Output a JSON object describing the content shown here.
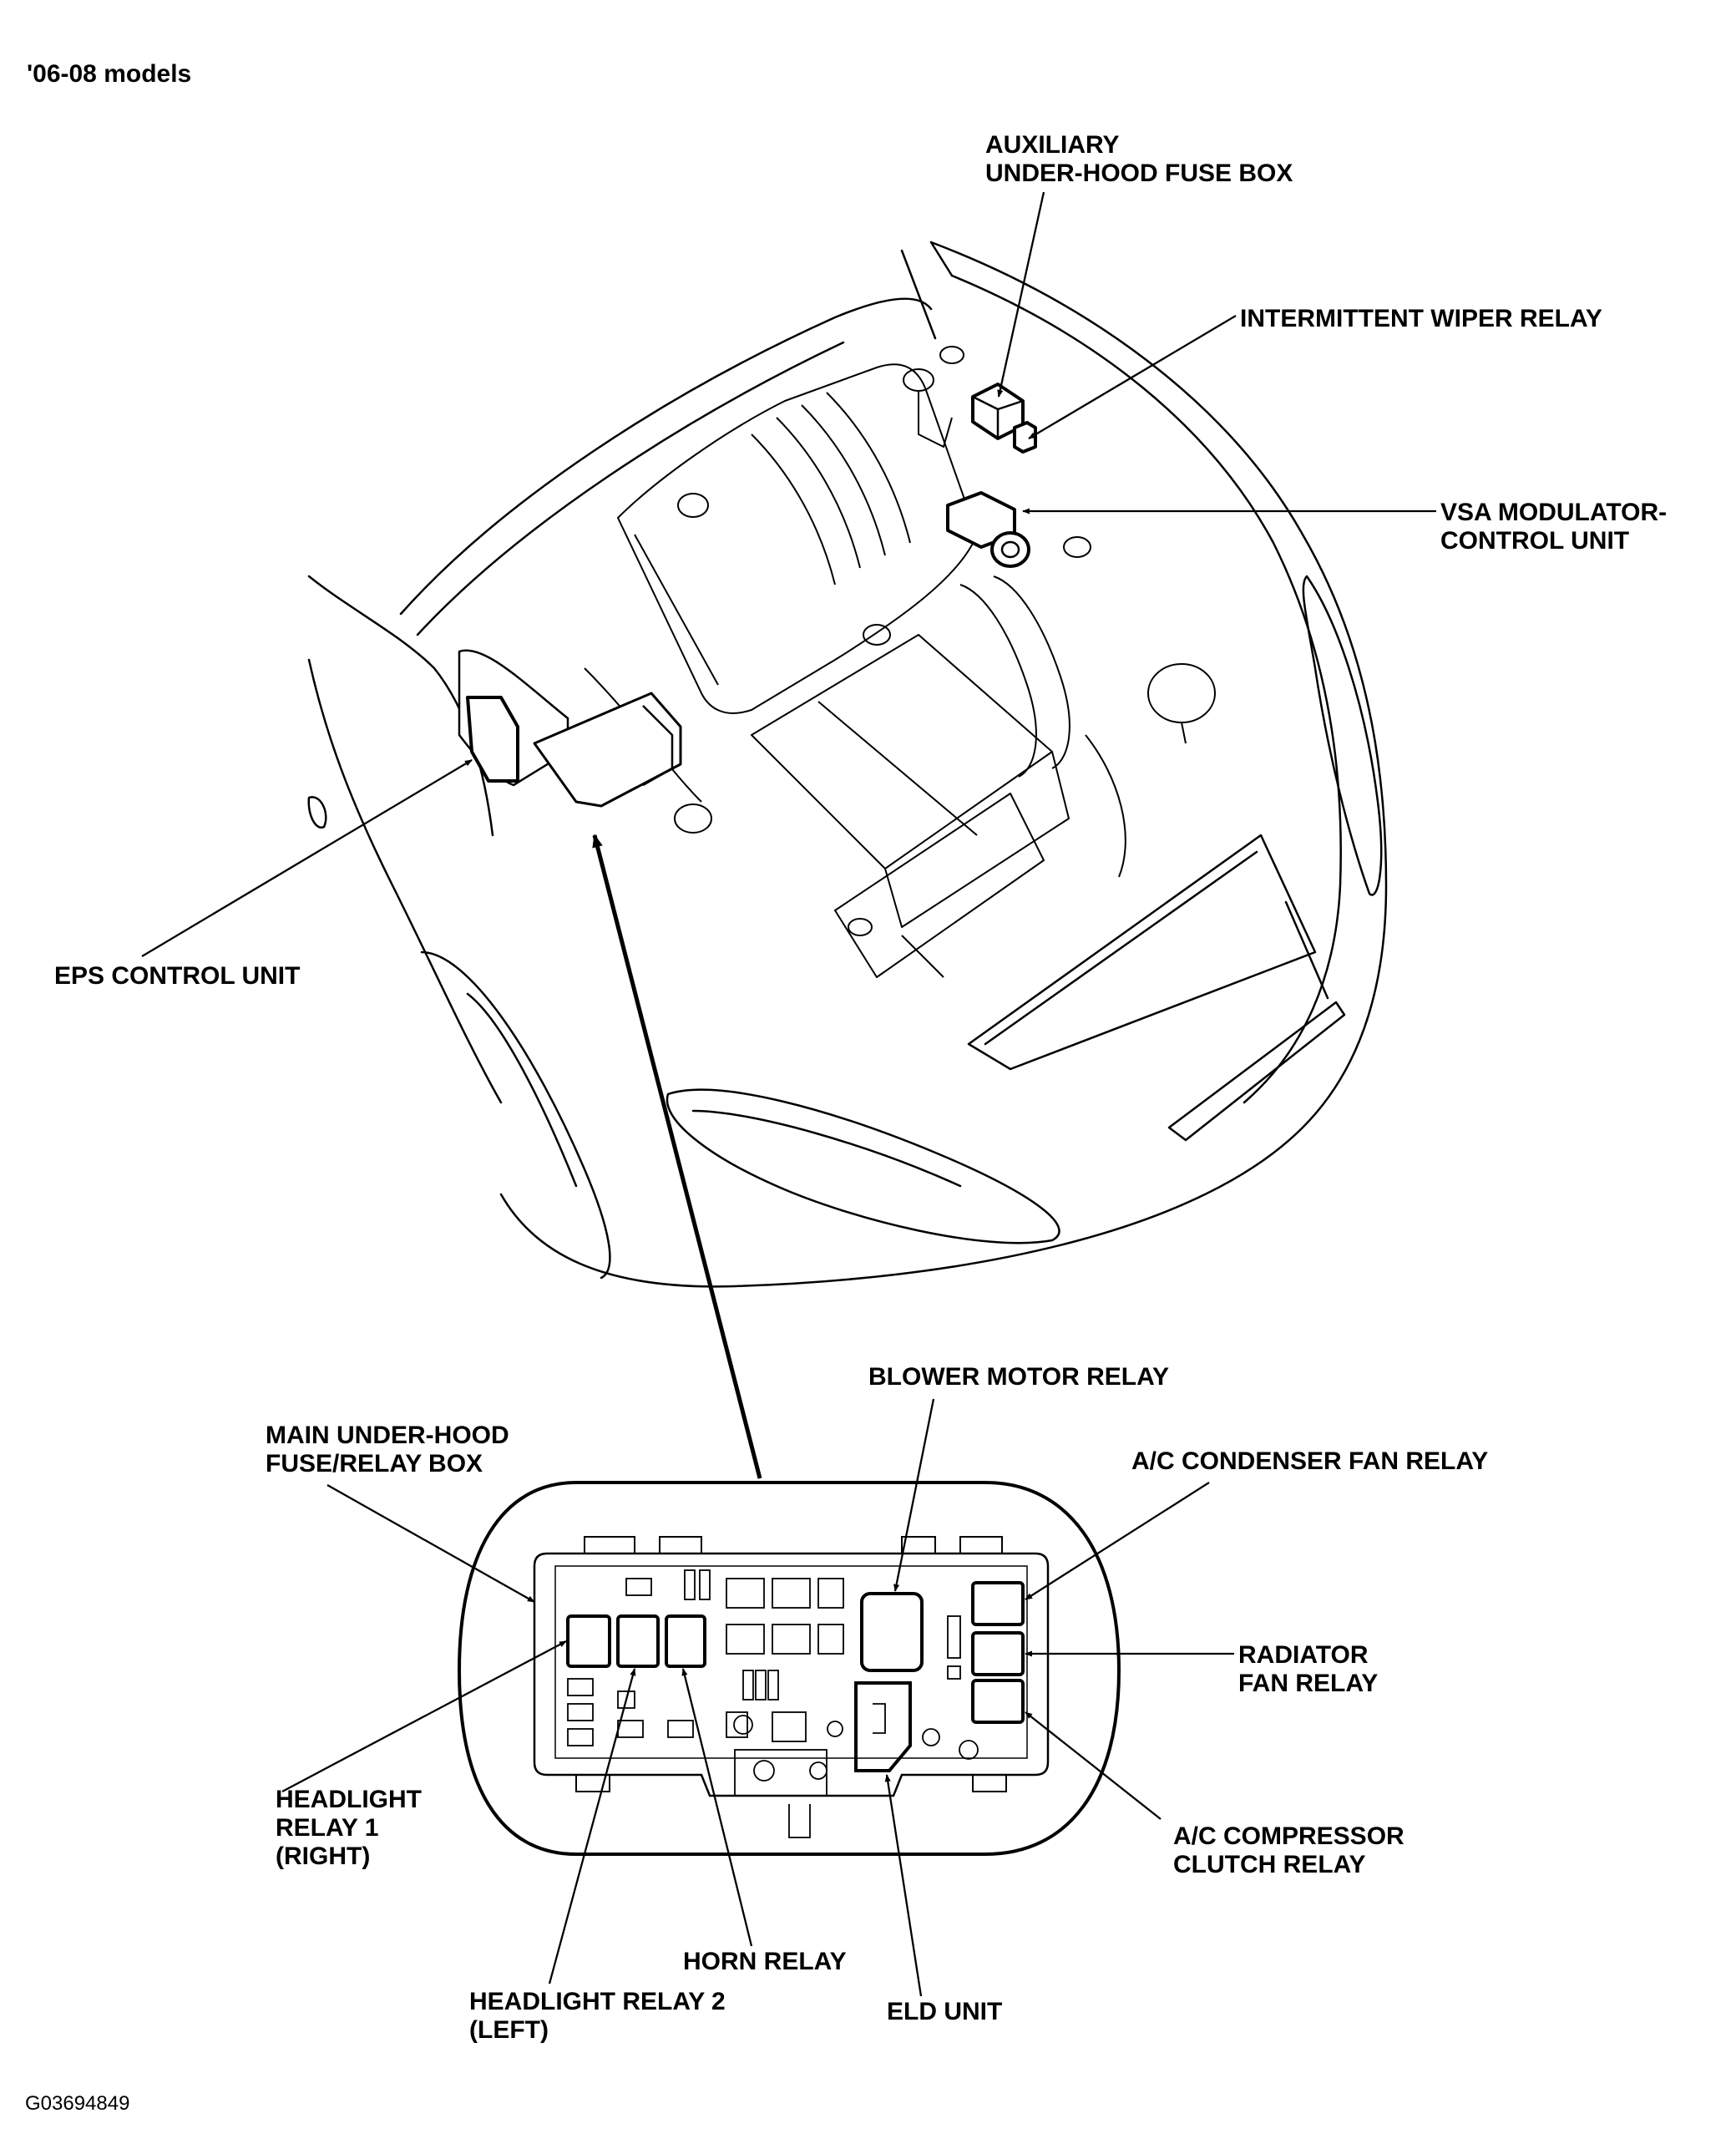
{
  "header": {
    "model_years": "'06-08 models"
  },
  "labels": {
    "aux_fuse_box": [
      "AUXILIARY",
      "UNDER-HOOD FUSE BOX"
    ],
    "intermittent_wiper_relay": "INTERMITTENT WIPER RELAY",
    "vsa_modulator": [
      "VSA MODULATOR-",
      "CONTROL UNIT"
    ],
    "eps_control_unit": "EPS CONTROL UNIT",
    "blower_motor_relay": "BLOWER MOTOR RELAY",
    "main_fuse_box": [
      "MAIN UNDER-HOOD",
      "FUSE/RELAY BOX"
    ],
    "ac_condenser_fan_relay": "A/C CONDENSER FAN RELAY",
    "radiator_fan_relay": [
      "RADIATOR",
      "FAN RELAY"
    ],
    "ac_compressor_clutch_relay": [
      "A/C COMPRESSOR",
      "CLUTCH RELAY"
    ],
    "headlight_relay_1": [
      "HEADLIGHT",
      "RELAY 1",
      "(RIGHT)"
    ],
    "horn_relay": "HORN RELAY",
    "eld_unit": "ELD UNIT",
    "headlight_relay_2": [
      "HEADLIGHT RELAY 2",
      "(LEFT)"
    ]
  },
  "footer": {
    "figure_id": "G03694849"
  }
}
